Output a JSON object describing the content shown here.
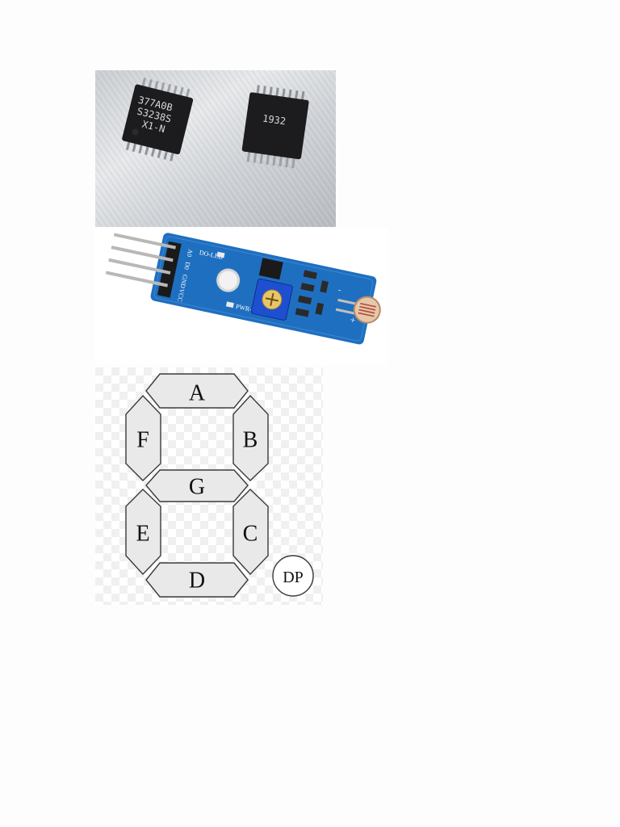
{
  "figures": {
    "ic_photo": {
      "chip_left_lines": [
        "377A0B",
        "S3238S",
        "X1-N"
      ],
      "chip_right_text": "1932"
    },
    "sensor_module": {
      "silkscreen": {
        "do_led": "DO-LED",
        "pwr_led": "PWR-LED",
        "pin_a0": "A0",
        "pin_d0": "D0",
        "pin_gnd": "GND",
        "pin_vcc": "VCC",
        "minus": "-",
        "plus": "+"
      }
    },
    "seven_segment": {
      "segments": {
        "a": "A",
        "b": "B",
        "c": "C",
        "d": "D",
        "e": "E",
        "f": "F",
        "g": "G",
        "dp": "DP"
      }
    }
  },
  "colors": {
    "page_background": "#fdfdfd",
    "segment_fill": "#e9e9e9",
    "segment_stroke": "#3a3a3a",
    "pcb_blue": "#1f6fc0",
    "chip_black": "#1c1c1e"
  }
}
